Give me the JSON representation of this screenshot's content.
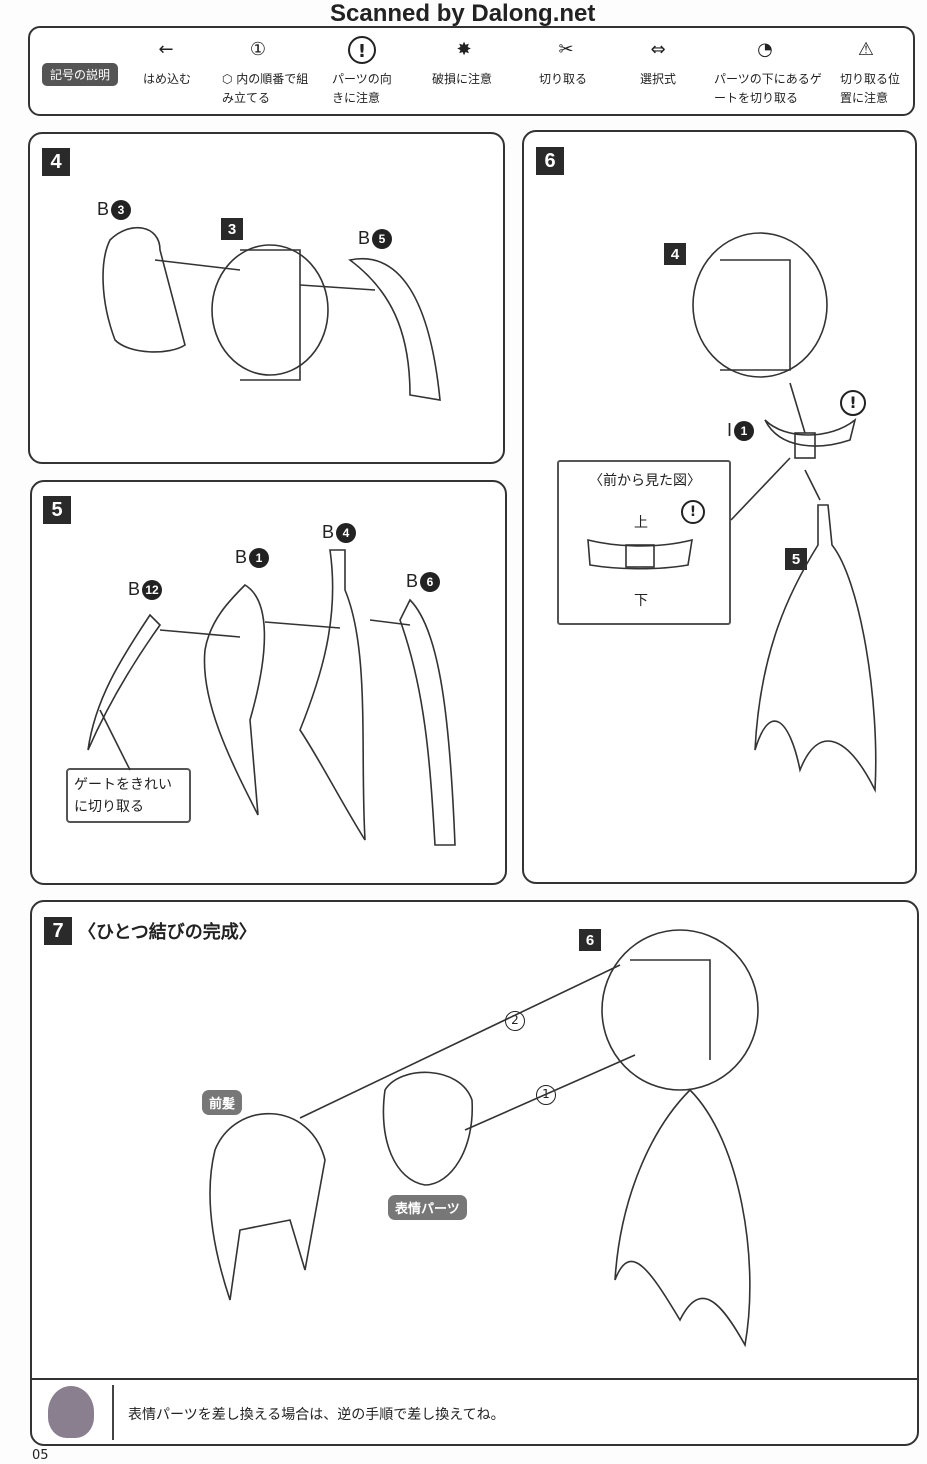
{
  "header": {
    "watermark": "Scanned by Dalong.net"
  },
  "legend": {
    "title": "記号の説明",
    "items": [
      {
        "icon": "arrow-left-icon",
        "glyph": "←",
        "label": "はめ込む"
      },
      {
        "icon": "hexagon-number-icon",
        "glyph": "①",
        "label": "⬡ 内の順番で組み立てる"
      },
      {
        "icon": "exclamation-icon",
        "glyph": "!",
        "label": "パーツの向きに注意"
      },
      {
        "icon": "damage-icon",
        "glyph": "✸",
        "label": "破損に注意"
      },
      {
        "icon": "nipper-icon",
        "glyph": "✂",
        "label": "切り取る"
      },
      {
        "icon": "choice-arrows-icon",
        "glyph": "⇔",
        "label": "選択式"
      },
      {
        "icon": "gate-under-icon",
        "glyph": "◔",
        "label": "パーツの下にあるゲートを切り取る"
      },
      {
        "icon": "cut-position-icon",
        "glyph": "⚠",
        "label": "切り取る位置に注意"
      }
    ]
  },
  "steps": {
    "s4": {
      "number": "4",
      "parts": [
        {
          "letter": "B",
          "num": "3"
        },
        {
          "letter": "",
          "num": "3"
        },
        {
          "letter": "B",
          "num": "5"
        }
      ]
    },
    "s5": {
      "number": "5",
      "parts": [
        {
          "letter": "B",
          "num": "12"
        },
        {
          "letter": "B",
          "num": "1"
        },
        {
          "letter": "B",
          "num": "4"
        },
        {
          "letter": "B",
          "num": "6"
        }
      ],
      "callout": "ゲートをきれいに切り取る"
    },
    "s6": {
      "number": "6",
      "sub_step": "4",
      "part": {
        "letter": "I",
        "num": "1"
      },
      "sub_step2": "5",
      "callout": {
        "title": "〈前から見た図〉",
        "top": "上",
        "bottom": "下"
      }
    },
    "s7": {
      "number": "7",
      "title": "〈ひとつ結びの完成〉",
      "sub_step": "6",
      "tag_bangs": "前髪",
      "tag_face": "表情パーツ",
      "order1": "1",
      "order2": "2"
    }
  },
  "note": "表情パーツを差し換える場合は、逆の手順で差し換えてね。",
  "page_number": "05"
}
